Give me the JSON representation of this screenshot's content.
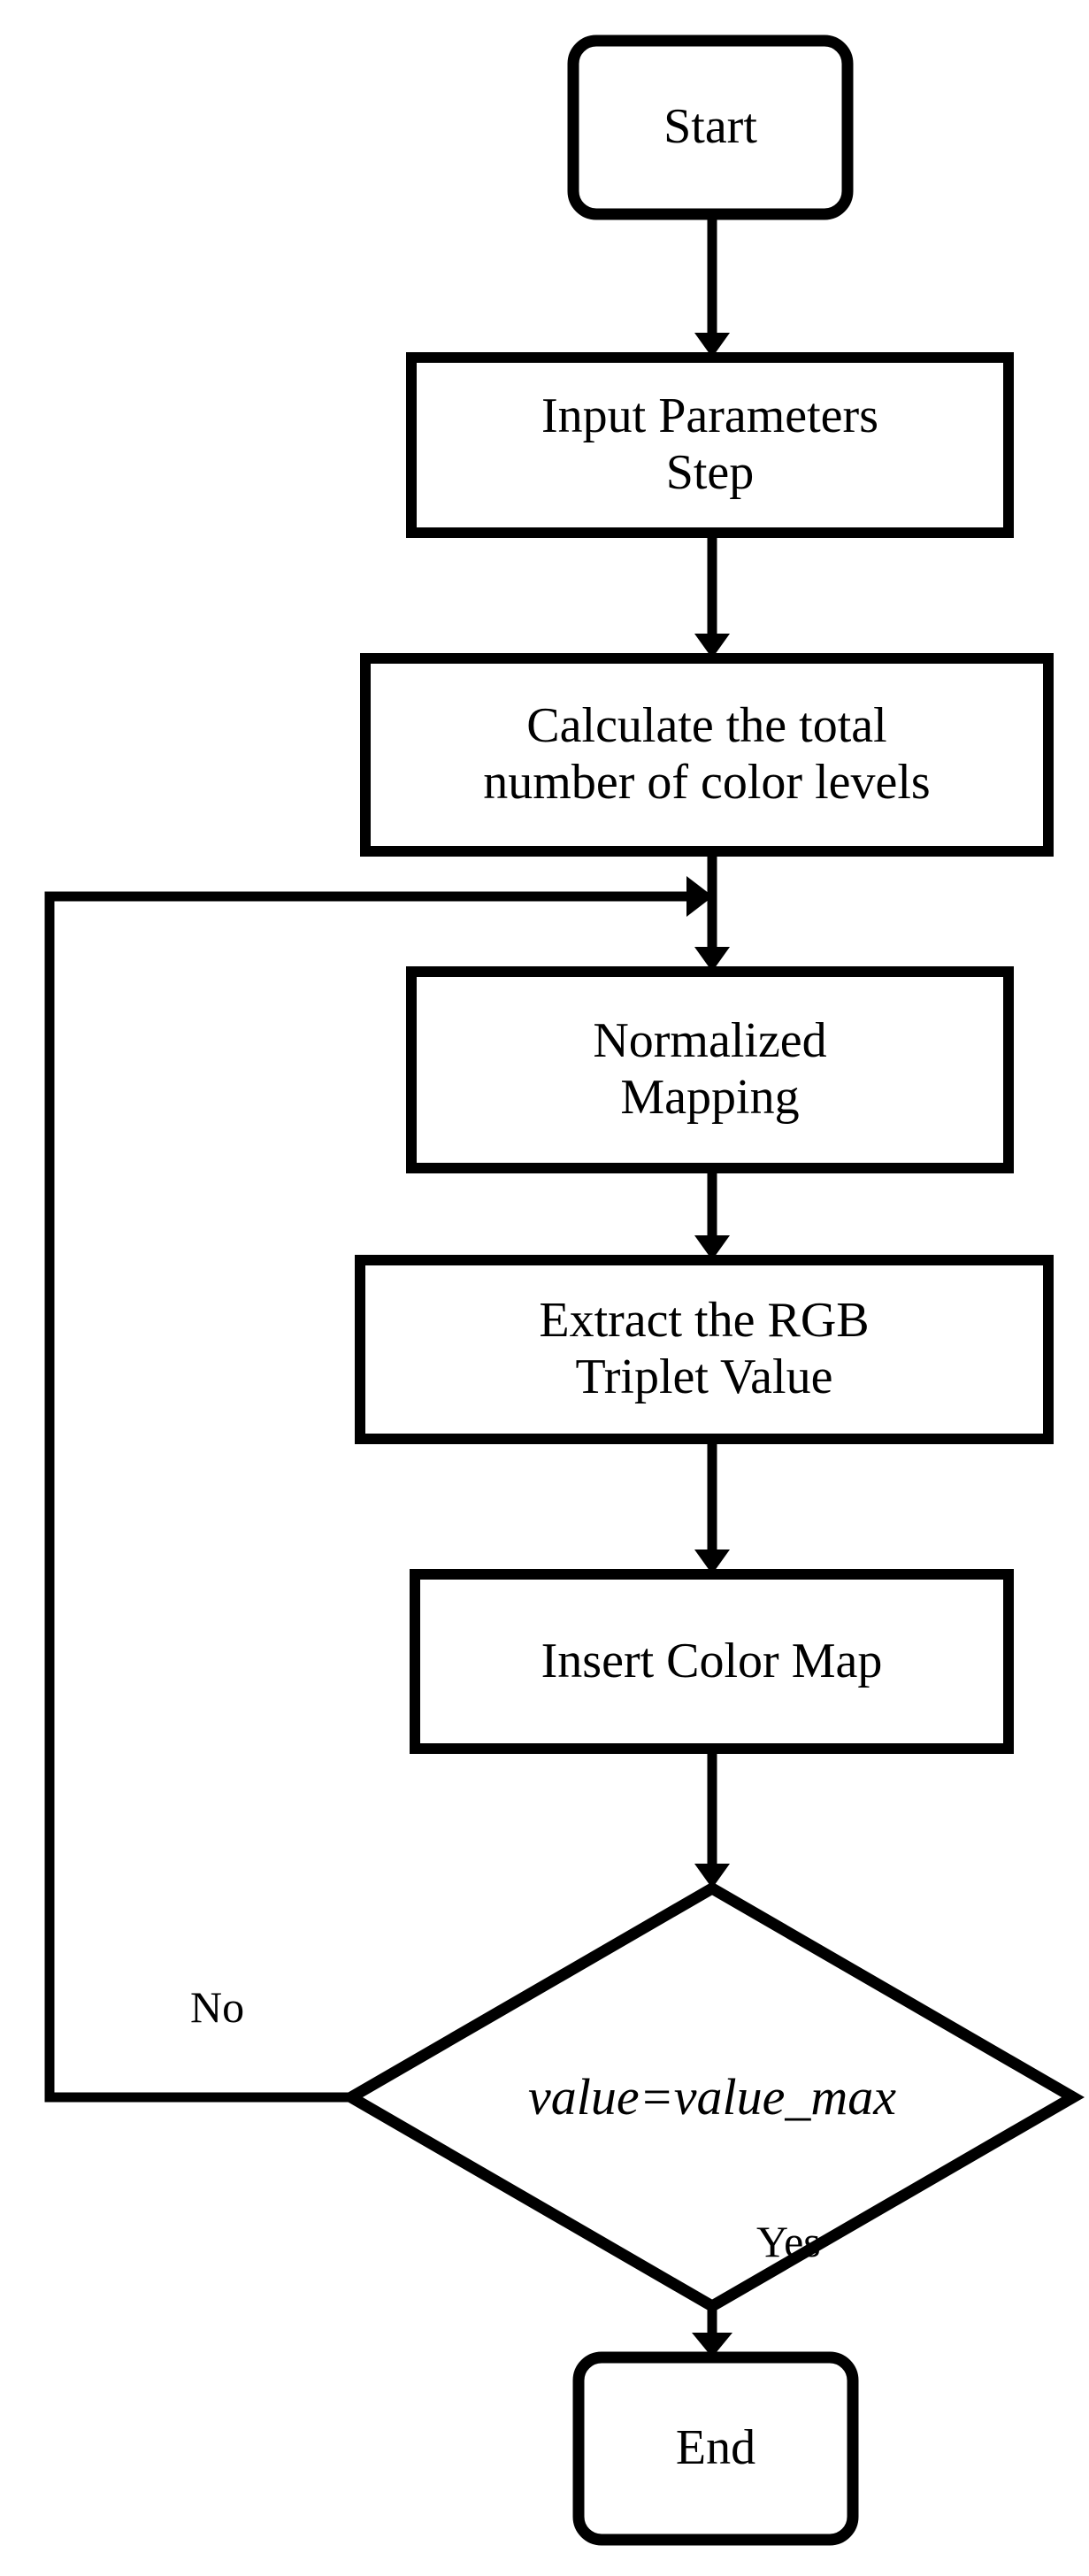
{
  "diagram": {
    "title": "Color Map Generation Flowchart",
    "type": "flowchart",
    "orientation": "top-to-bottom",
    "background_color": "#ffffff",
    "stroke_color": "#000000",
    "text_color": "#000000",
    "nodes": [
      {
        "id": "start",
        "shape": "rounded-rectangle",
        "label": "Start"
      },
      {
        "id": "input",
        "shape": "rectangle",
        "label": "Input Parameters\nStep"
      },
      {
        "id": "calculate",
        "shape": "rectangle",
        "label": "Calculate the total\nnumber of color levels"
      },
      {
        "id": "normalize",
        "shape": "rectangle",
        "label": "Normalized\nMapping"
      },
      {
        "id": "extract",
        "shape": "rectangle",
        "label": "Extract the RGB\nTriplet Value"
      },
      {
        "id": "insert",
        "shape": "rectangle",
        "label": "Insert Color Map"
      },
      {
        "id": "decision",
        "shape": "diamond",
        "label": "value=value_max"
      },
      {
        "id": "end",
        "shape": "rounded-rectangle",
        "label": "End"
      }
    ],
    "edges": [
      {
        "from": "start",
        "to": "input",
        "label": ""
      },
      {
        "from": "input",
        "to": "calculate",
        "label": ""
      },
      {
        "from": "calculate",
        "to": "normalize",
        "label": ""
      },
      {
        "from": "normalize",
        "to": "extract",
        "label": ""
      },
      {
        "from": "extract",
        "to": "insert",
        "label": ""
      },
      {
        "from": "insert",
        "to": "decision",
        "label": ""
      },
      {
        "from": "decision",
        "to": "normalize",
        "label": "No"
      },
      {
        "from": "decision",
        "to": "end",
        "label": "Yes"
      }
    ],
    "edge_labels": {
      "no": "No",
      "yes": "Yes"
    }
  }
}
